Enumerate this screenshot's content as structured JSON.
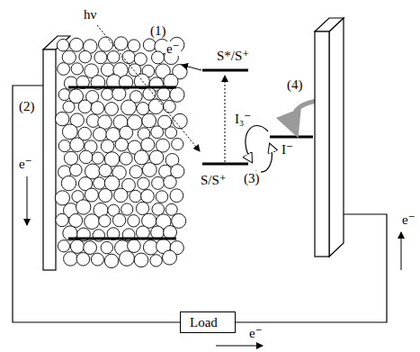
{
  "diagram": {
    "nodes": [
      {
        "text": [
          "Load"
        ]
      }
    ],
    "labels": [
      "(1)",
      "e⁻",
      "S*/S⁺",
      "hν",
      "(2)",
      "e⁻",
      "S/S⁺",
      "(3)",
      "I₃⁻",
      "(4)",
      "I⁻",
      "e⁻",
      "e⁻"
    ]
  }
}
